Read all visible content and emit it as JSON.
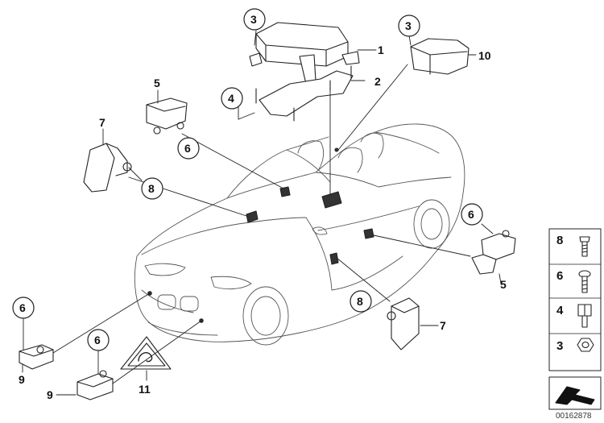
{
  "diagram": {
    "document_number": "00162878",
    "callouts": [
      {
        "id": "c1",
        "label": "1"
      },
      {
        "id": "c2",
        "label": "2"
      },
      {
        "id": "c3a",
        "label": "3"
      },
      {
        "id": "c3b",
        "label": "3"
      },
      {
        "id": "c4",
        "label": "4"
      },
      {
        "id": "c5a",
        "label": "5"
      },
      {
        "id": "c5b",
        "label": "5"
      },
      {
        "id": "c6a",
        "label": "6"
      },
      {
        "id": "c6b",
        "label": "6"
      },
      {
        "id": "c6c",
        "label": "6"
      },
      {
        "id": "c6d",
        "label": "6"
      },
      {
        "id": "c7a",
        "label": "7"
      },
      {
        "id": "c7b",
        "label": "7"
      },
      {
        "id": "c8a",
        "label": "8"
      },
      {
        "id": "c8b",
        "label": "8"
      },
      {
        "id": "c9a",
        "label": "9"
      },
      {
        "id": "c9b",
        "label": "9"
      },
      {
        "id": "c10",
        "label": "10"
      },
      {
        "id": "c11",
        "label": "11"
      }
    ],
    "fastener_legend": [
      {
        "label": "8",
        "icon": "screw-icon"
      },
      {
        "label": "6",
        "icon": "bolt-icon"
      },
      {
        "label": "4",
        "icon": "stud-icon"
      },
      {
        "label": "3",
        "icon": "nut-icon"
      }
    ]
  }
}
